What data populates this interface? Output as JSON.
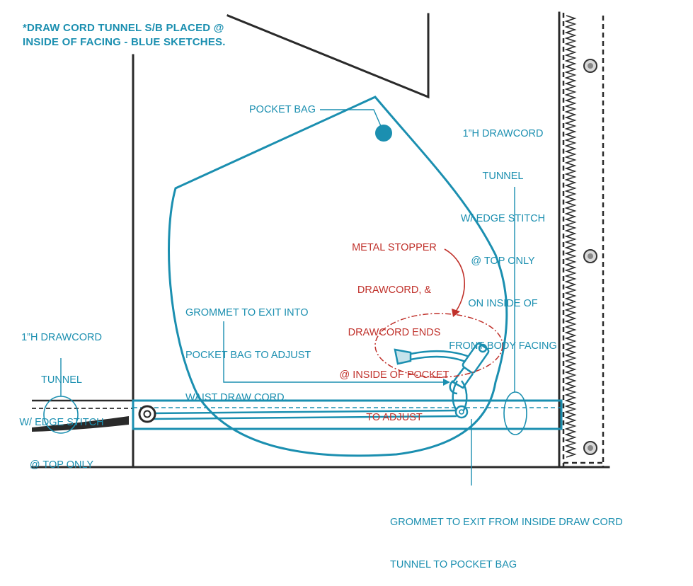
{
  "note": {
    "line1": "*DRAW CORD TUNNEL S/B PLACED @",
    "line2": "INSIDE OF FACING - BLUE SKETCHES."
  },
  "labels": {
    "pocket_bag": "POCKET BAG",
    "tunnel_right": [
      "1”H DRAWCORD",
      "TUNNEL",
      "W/ EDGE STITCH",
      "@ TOP ONLY",
      "ON INSIDE OF",
      "FRONT BODY FACING"
    ],
    "metal_stopper": [
      "METAL STOPPER",
      "DRAWCORD, &",
      "DRAWCORD ENDS",
      "@ INSIDE OF POCKET",
      "TO ADJUST"
    ],
    "grommet_pocket": [
      "GROMMET TO EXIT INTO",
      "POCKET BAG TO ADJUST",
      "WAIST DRAW CORD."
    ],
    "tunnel_left": [
      "1”H DRAWCORD",
      "TUNNEL",
      "W/ EDGE STITCH",
      "@ TOP ONLY"
    ],
    "grommet_tunnel": [
      "GROMMET TO EXIT FROM INSIDE DRAW CORD",
      "TUNNEL TO POCKET BAG"
    ]
  },
  "colors": {
    "sketch_blue": "#1b8fb0",
    "pocket_fill": "#1b8fb0",
    "garment_line": "#2a2a2a",
    "annotation_red": "#c0312b"
  }
}
